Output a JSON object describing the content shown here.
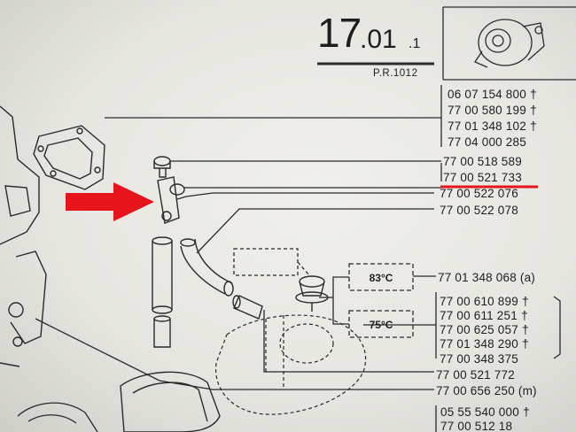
{
  "header": {
    "section_main": "17",
    "section_sub": ".01",
    "section_suffix": ".1",
    "reference": "P.R.1012"
  },
  "parts": [
    {
      "number": "06 07 154 800",
      "dagger": "†"
    },
    {
      "number": "77 00 580 199",
      "dagger": "†"
    },
    {
      "number": "77 01 348 102",
      "dagger": "†"
    },
    {
      "number": "77 04 000 285",
      "dagger": ""
    },
    {
      "number": "77  00 518 589",
      "dagger": ""
    },
    {
      "number": "77  00 521 733",
      "dagger": ""
    },
    {
      "number": "77 00 522 076",
      "dagger": ""
    },
    {
      "number": "77 00 522 078",
      "dagger": ""
    },
    {
      "number": "77 01 348 068 (a)",
      "dagger": ""
    },
    {
      "number": "77 00 610 899",
      "dagger": "†"
    },
    {
      "number": "77 00 611 251",
      "dagger": "†"
    },
    {
      "number": "77 00 625 057",
      "dagger": "†"
    },
    {
      "number": "77 01 348 290",
      "dagger": "†"
    },
    {
      "number": "77 00 348 375",
      "dagger": ""
    },
    {
      "number": "77 00 521 772",
      "dagger": ""
    },
    {
      "number": "77 00 656 250 (m)",
      "dagger": ""
    },
    {
      "number": "05 55 540 000",
      "dagger": "†"
    },
    {
      "number": "77 00 512 18",
      "dagger": ""
    }
  ],
  "thermostats": [
    {
      "label": "83°C"
    },
    {
      "label": "75°C"
    }
  ],
  "colors": {
    "highlight_arrow": "#e8141c",
    "underline": "#e8141c",
    "ink": "#1e1e1e"
  }
}
